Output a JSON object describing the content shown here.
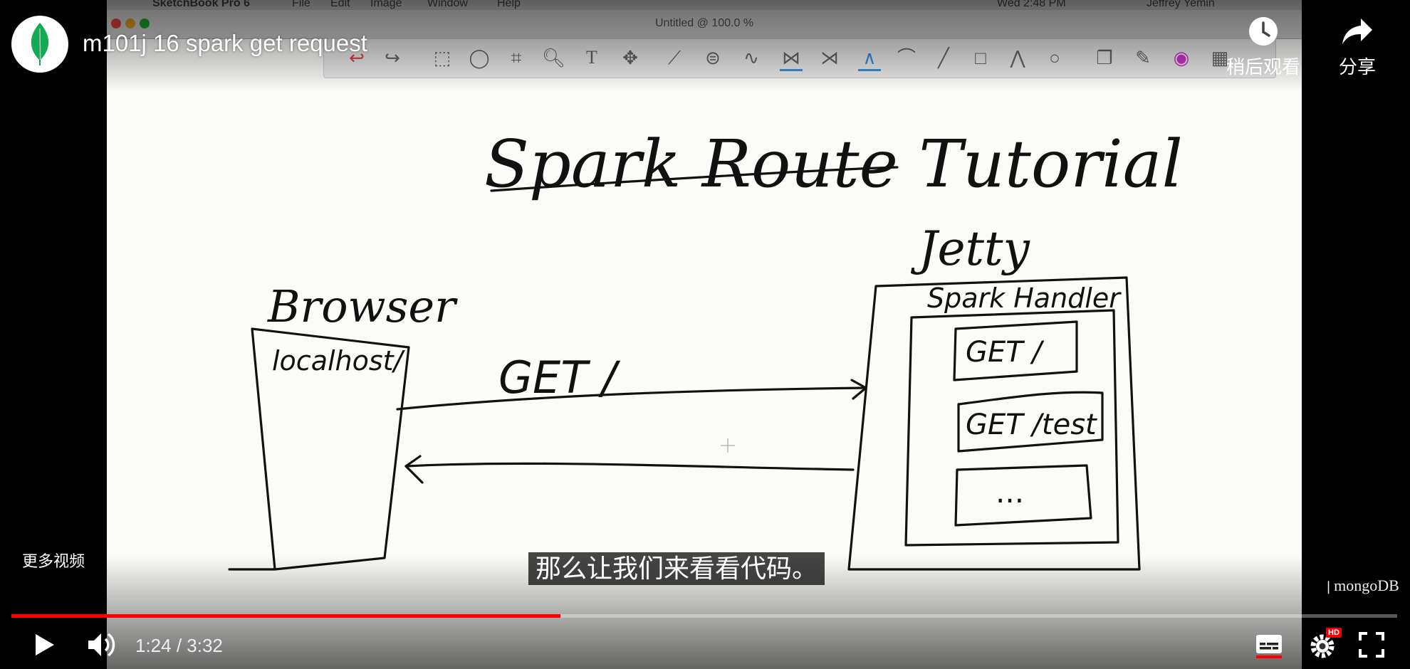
{
  "app": {
    "mac_menubar": [
      "SketchBook Pro 6",
      "File",
      "Edit",
      "Image",
      "Window",
      "Help",
      "Wed 2:48 PM",
      "Jeffrey Yemin"
    ],
    "document_title": "Untitled @ 100.0 %"
  },
  "player": {
    "video_title": "m101j 16 spark get request",
    "watch_later_label": "稍后观看",
    "share_label": "分享",
    "more_videos_label": "更多视频",
    "subtitle": "那么让我们来看看代码。",
    "watermark": "mongoDB",
    "time_display": "1:24 / 3:32",
    "progress_fraction": 0.396,
    "accent_color": "#ff0000",
    "hd_badge": "HD"
  },
  "whiteboard": {
    "title": "Spark Route Tutorial",
    "jetty_label": "Jetty",
    "browser_label": "Browser",
    "browser_url": "localhost/",
    "request_label": "GET /",
    "handler_label": "Spark Handler",
    "routes": [
      "GET /",
      "GET /test",
      "..."
    ]
  },
  "icons": {
    "logo": "mongodb-leaf-icon",
    "watch_later": "clock-icon",
    "share": "share-arrow-icon",
    "play": "play-icon",
    "volume": "volume-icon",
    "captions": "captions-icon",
    "settings": "gear-icon",
    "fullscreen": "fullscreen-icon"
  }
}
